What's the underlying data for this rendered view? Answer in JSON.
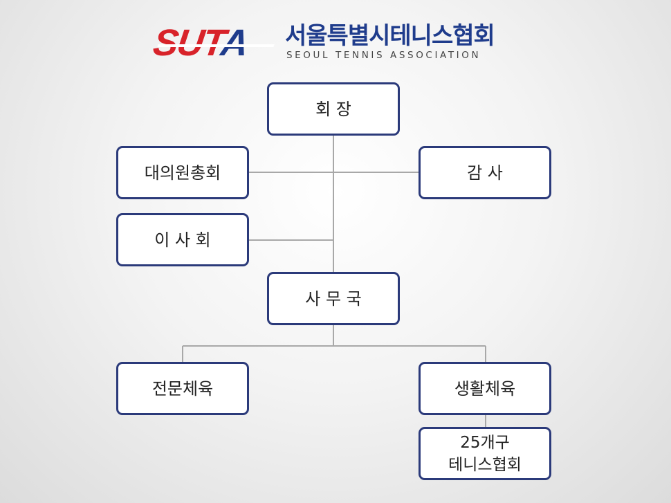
{
  "logo": {
    "mark_red": "SUT",
    "mark_blue": "A",
    "korean": "서울특별시테니스협회",
    "english": "SEOUL TENNIS ASSOCIATION"
  },
  "org": {
    "president": "회  장",
    "general_assembly": "대의원총회",
    "auditor": "감  사",
    "board": "이 사 회",
    "secretariat": "사 무 국",
    "elite_sports": "전문체육",
    "public_sports": "생활체육",
    "district_assoc": "25개구\n테니스협회"
  },
  "colors": {
    "box_border": "#2b3a7a",
    "connector": "#a8a8a8",
    "logo_red": "#d8232a",
    "logo_blue": "#1f3c8c"
  }
}
